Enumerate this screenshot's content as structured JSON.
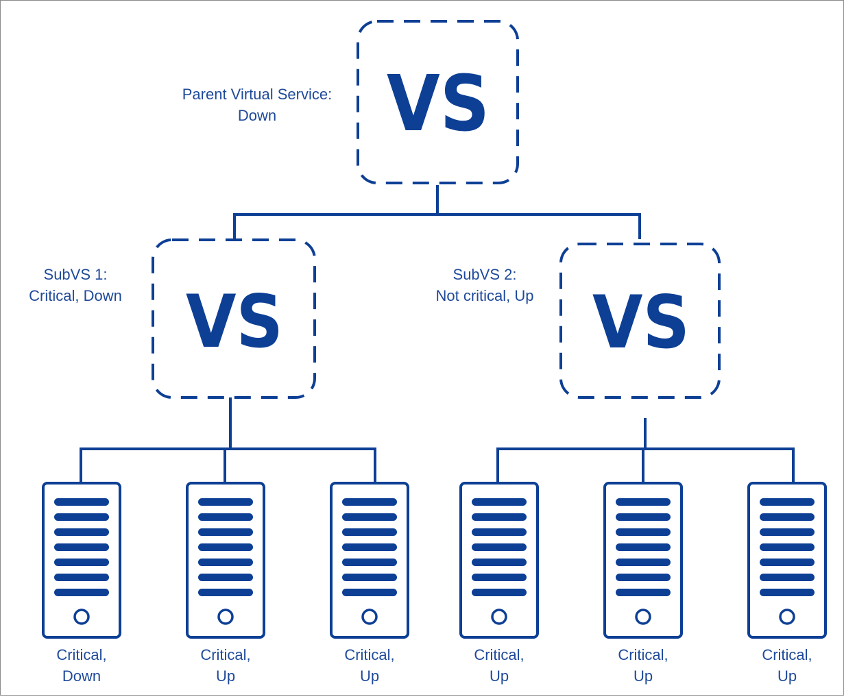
{
  "colors": {
    "primary": "#0d3f95",
    "caption": "#1f4a9a",
    "background": "#ffffff",
    "frame": "#8a8a8a"
  },
  "parent": {
    "vs_label": "VS",
    "caption": [
      "Parent Virtual Service:",
      "Down"
    ]
  },
  "subvs": [
    {
      "vs_label": "VS",
      "caption": [
        "SubVS 1:",
        "Critical, Down"
      ]
    },
    {
      "vs_label": "VS",
      "caption": [
        "SubVS 2:",
        "Not critical, Up"
      ]
    }
  ],
  "servers": [
    {
      "icon": "server-icon",
      "caption": [
        "Critical,",
        "Down"
      ]
    },
    {
      "icon": "server-icon",
      "caption": [
        "Critical,",
        "Up"
      ]
    },
    {
      "icon": "server-icon",
      "caption": [
        "Critical,",
        "Up"
      ]
    },
    {
      "icon": "server-icon",
      "caption": [
        "Critical,",
        "Up"
      ]
    },
    {
      "icon": "server-icon",
      "caption": [
        "Critical,",
        "Up"
      ]
    },
    {
      "icon": "server-icon",
      "caption": [
        "Critical,",
        "Up"
      ]
    }
  ]
}
